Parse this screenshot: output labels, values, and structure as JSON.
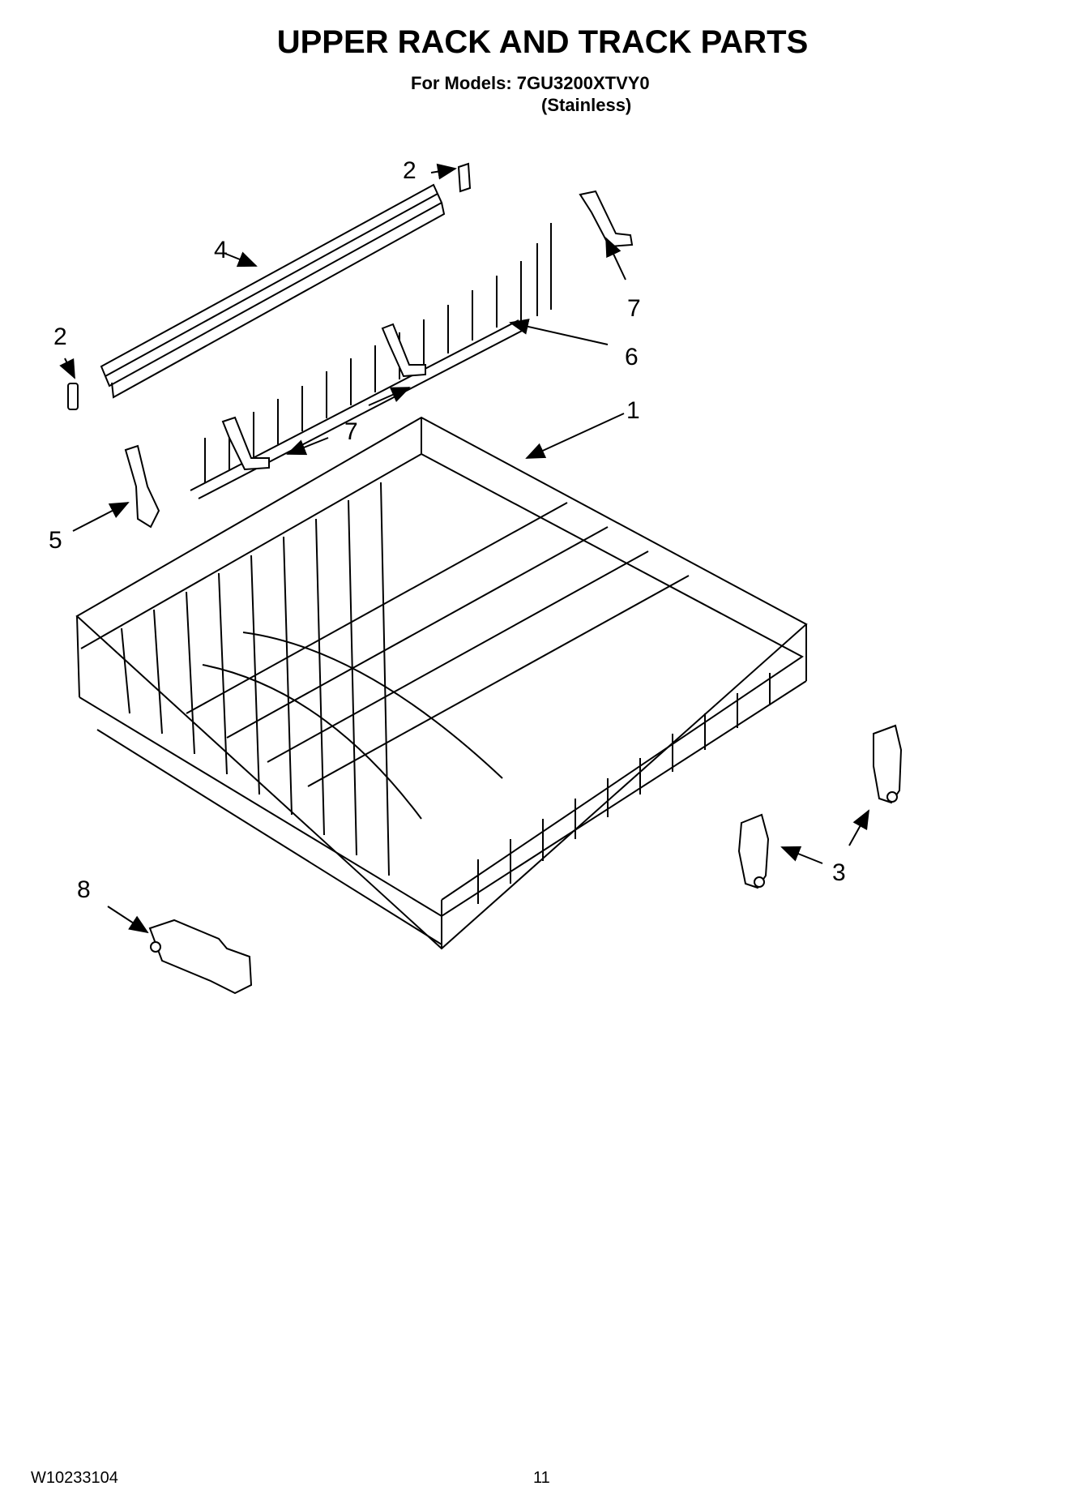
{
  "header": {
    "title": "UPPER RACK AND TRACK PARTS",
    "models_line": "For Models: 7GU3200XTVY0",
    "variant": "(Stainless)"
  },
  "callouts": {
    "c1": "1",
    "c2a": "2",
    "c2b": "2",
    "c3": "3",
    "c4": "4",
    "c5": "5",
    "c6": "6",
    "c7a": "7",
    "c7b": "7",
    "c8": "8"
  },
  "footer": {
    "doc_id": "W10233104",
    "page_number": "11"
  }
}
